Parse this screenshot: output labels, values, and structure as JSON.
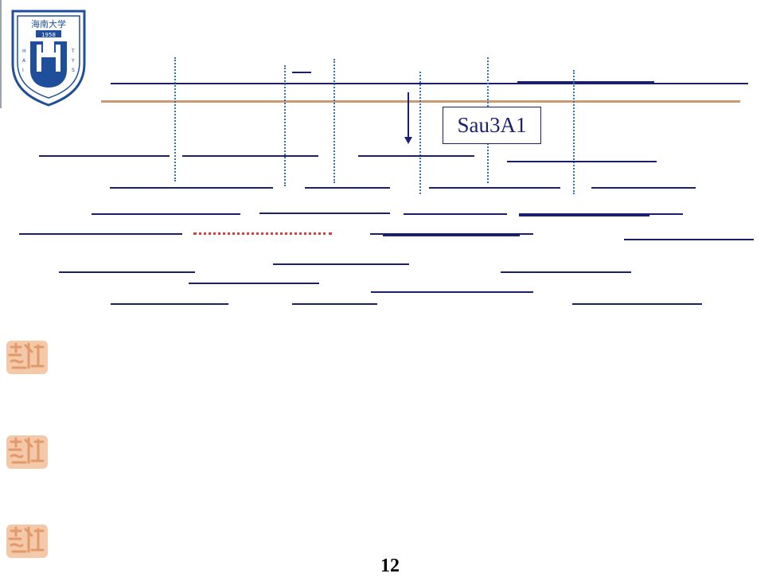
{
  "slide": {
    "enzyme_label": "Sau3A1",
    "page_number": "12"
  },
  "logo": {
    "description_icon": "hainan-university-emblem-icon",
    "seal_text": "海南大学",
    "year": "1958",
    "ring_text": "HAINAN UNIVERSITY",
    "letters": "HN U",
    "color": "#1f4e9a"
  },
  "decor": {
    "seal_icon": "red-seal-stamp-icon",
    "seal_color": "#e9a070"
  },
  "colors": {
    "strand": "#1a1f6e",
    "divider": "#c99b73",
    "cut_site": "#2f6fc3",
    "highlight": "#d8413a"
  }
}
